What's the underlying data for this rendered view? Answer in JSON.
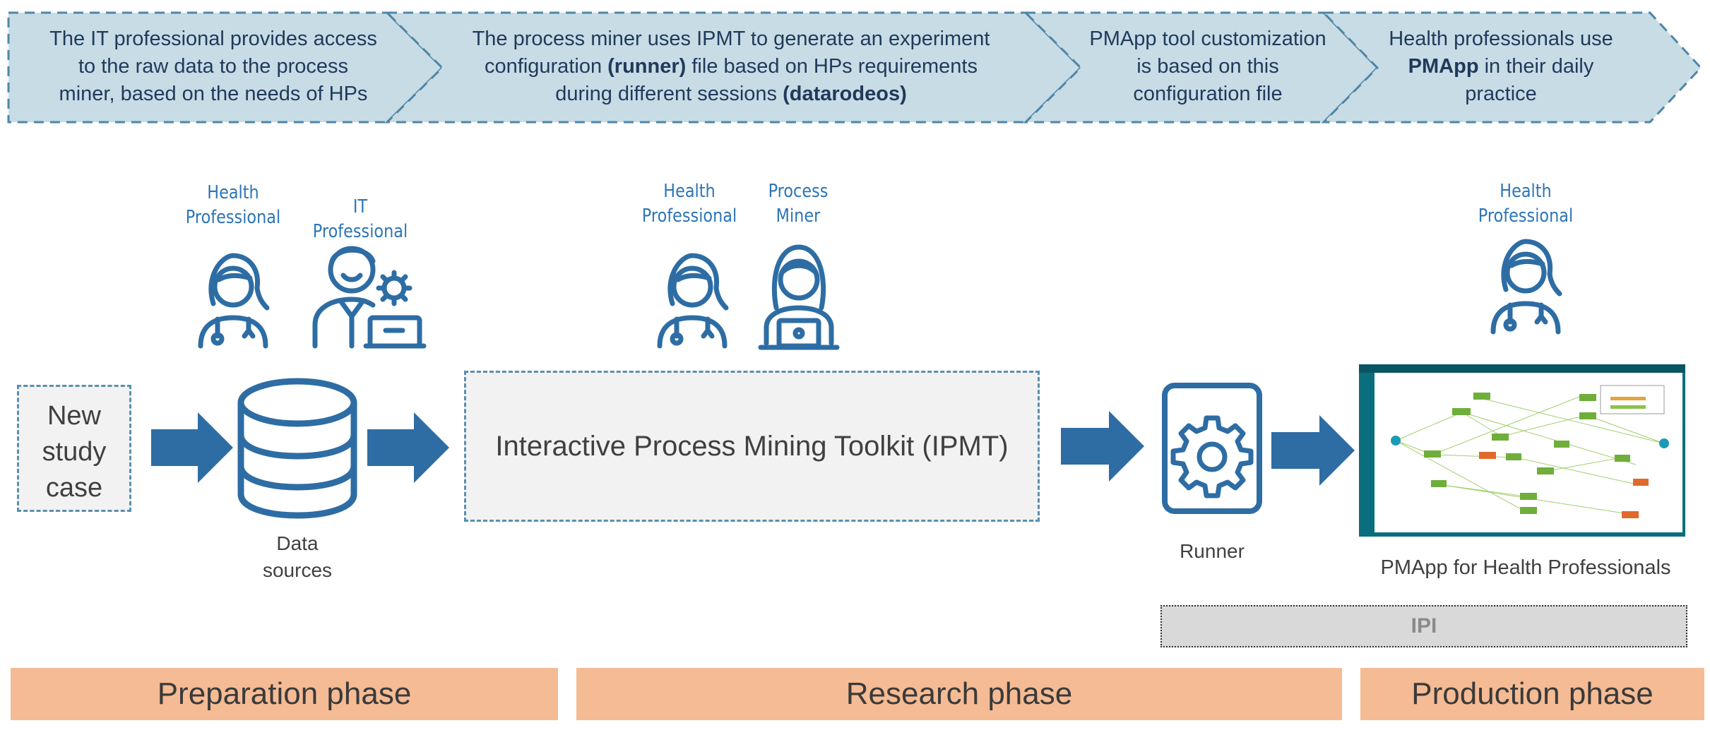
{
  "steps": [
    {
      "lines": [
        [
          {
            "t": "The IT professional provides access",
            "b": false
          }
        ],
        [
          {
            "t": "to the raw data to the process",
            "b": false
          }
        ],
        [
          {
            "t": "miner, based on the needs of HPs",
            "b": false
          }
        ]
      ]
    },
    {
      "lines": [
        [
          {
            "t": "The process miner uses IPMT to generate an experiment",
            "b": false
          }
        ],
        [
          {
            "t": "configuration ",
            "b": false
          },
          {
            "t": "(runner)",
            "b": true
          },
          {
            "t": " file based on HPs requirements",
            "b": false
          }
        ],
        [
          {
            "t": "during different sessions ",
            "b": false
          },
          {
            "t": "(datarodeos)",
            "b": true
          }
        ]
      ]
    },
    {
      "lines": [
        [
          {
            "t": "PMApp tool customization",
            "b": false
          }
        ],
        [
          {
            "t": "is based on this",
            "b": false
          }
        ],
        [
          {
            "t": "configuration file",
            "b": false
          }
        ]
      ]
    },
    {
      "lines": [
        [
          {
            "t": "Health professionals use",
            "b": false
          }
        ],
        [
          {
            "t": "PMApp",
            "b": true
          },
          {
            "t": " in their daily",
            "b": false
          }
        ],
        [
          {
            "t": "practice",
            "b": false
          }
        ]
      ]
    }
  ],
  "roles": {
    "hp1": [
      "Health",
      "Professional"
    ],
    "it": [
      "IT Professional"
    ],
    "hp2": [
      "Health",
      "Professional"
    ],
    "pm": [
      "Process",
      "Miner"
    ],
    "hp3": [
      "Health",
      "Professional"
    ]
  },
  "nodes": {
    "new_study_case": [
      "New",
      "study",
      "case"
    ],
    "data_sources": [
      "Data",
      "sources"
    ],
    "ipmt": "Interactive Process Mining Toolkit (IPMT)",
    "runner": "Runner",
    "pmapp": "PMApp for Health Professionals",
    "ipi": "IPI"
  },
  "phases": {
    "preparation": "Preparation phase",
    "research": "Research phase",
    "production": "Production phase"
  },
  "colors": {
    "step_fill": "#c8dce6",
    "step_border": "#4f86a6",
    "icon_blue": "#2e6da4",
    "arrow_blue": "#2e6da4",
    "role_text": "#2e75b6",
    "phase_fill": "#f5bb94",
    "ipi_fill": "#d9d9d9",
    "screen_teal": "#0b6e7e"
  },
  "icons": [
    "health-professional-icon",
    "it-professional-icon",
    "process-miner-icon",
    "database-icon",
    "gear-icon",
    "arrow-right-icon"
  ]
}
